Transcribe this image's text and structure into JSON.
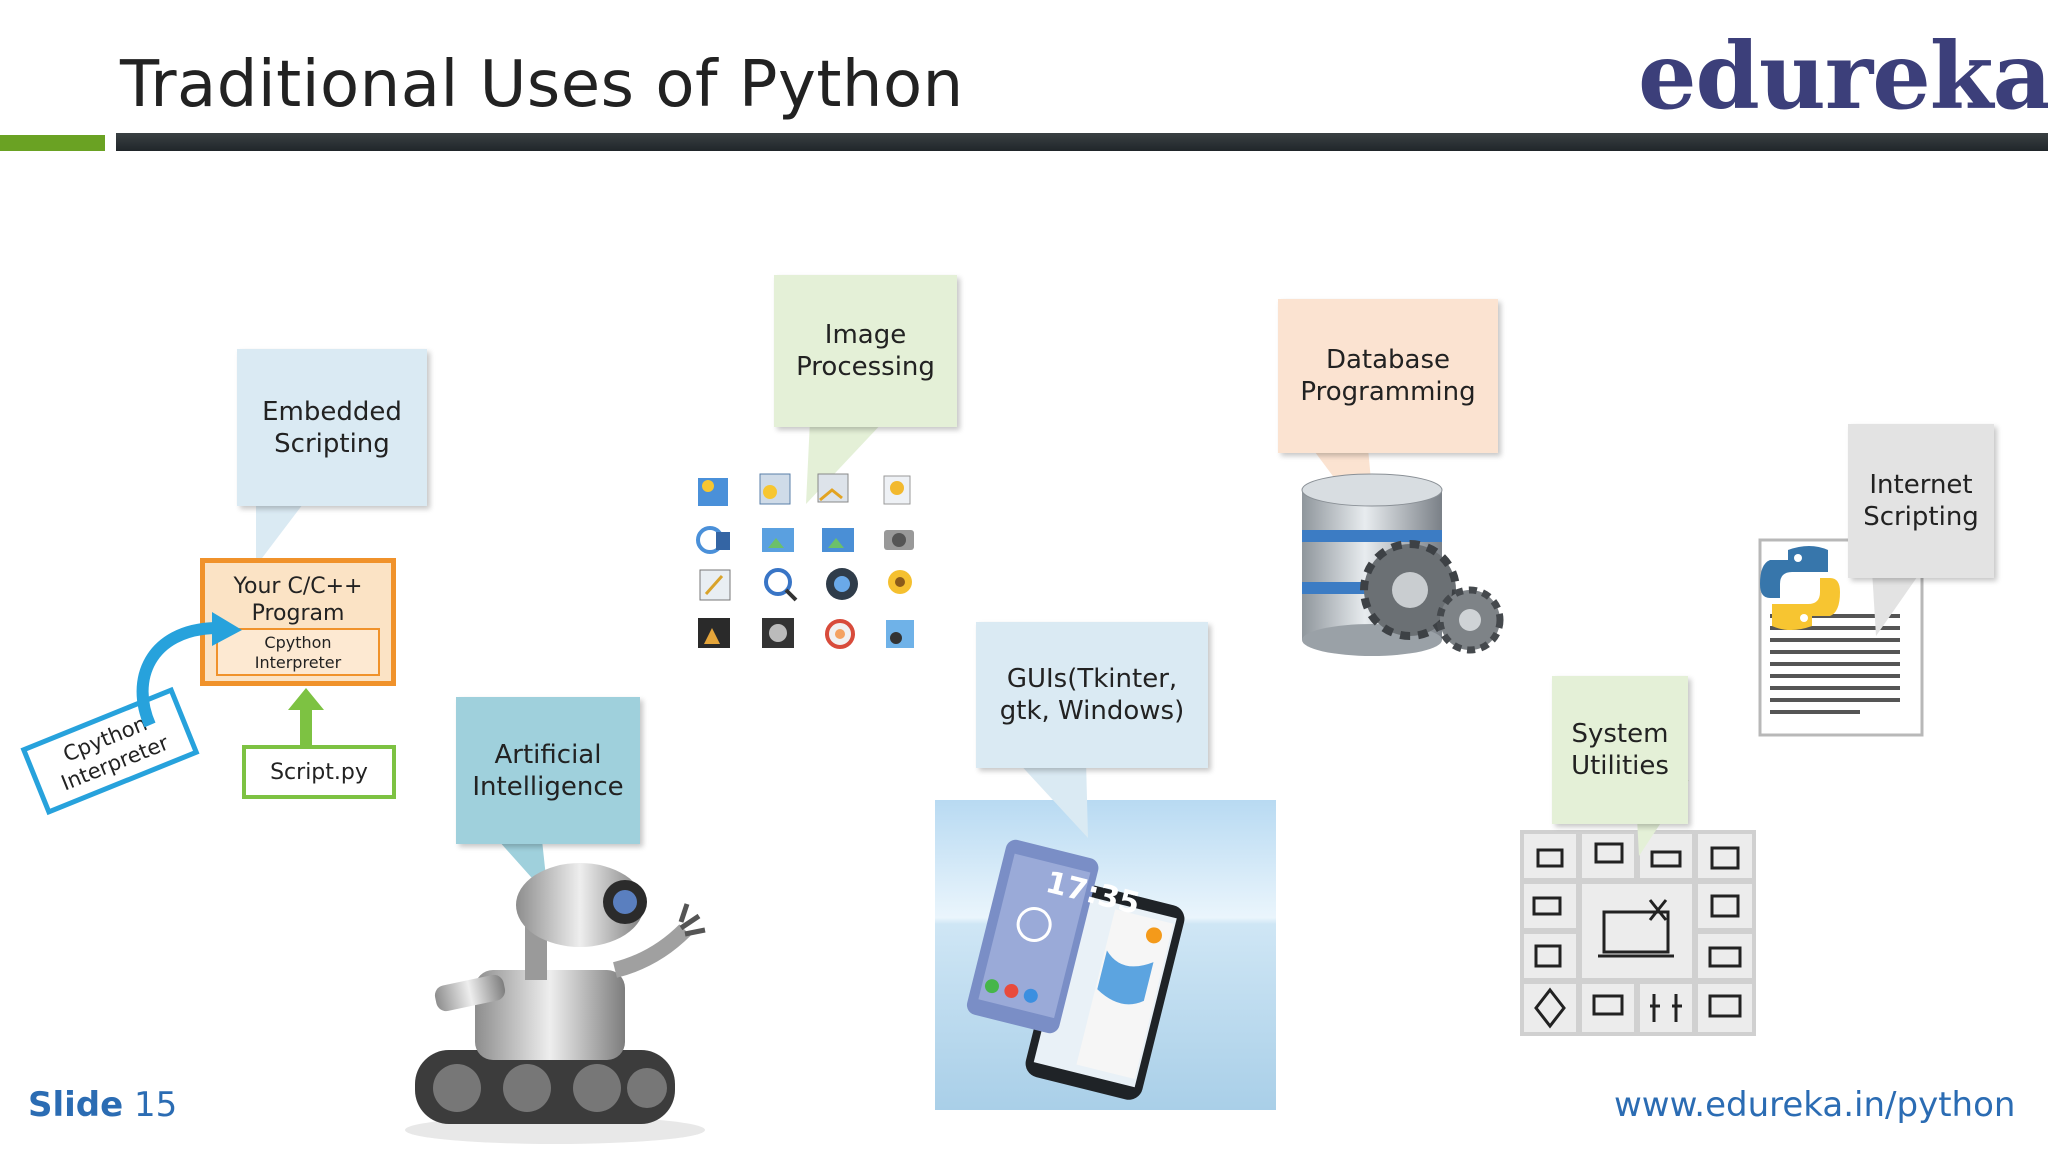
{
  "header": {
    "title": "Traditional Uses of Python",
    "logo_text": "edureka!"
  },
  "callouts": {
    "embedded": "Embedded\nScripting",
    "image": "Image\nProcessing",
    "database": "Database\nProgramming",
    "internet": "Internet\nScripting",
    "ai": "Artificial\nIntelligence",
    "gui": "GUIs(Tkinter,\ngtk, Windows)",
    "system": "System\nUtilities"
  },
  "embedded_diagram": {
    "program_label": "Your C/C++\nProgram",
    "interpreter_label": "Cpython\nInterpreter",
    "script_label": "Script.py",
    "cpython_label": "Cpython\nInterpreter"
  },
  "gui_phone": {
    "clock": "17:35"
  },
  "footer": {
    "slide_word": "Slide",
    "slide_number": "15",
    "url": "www.edureka.in/python"
  },
  "colors": {
    "accent_green": "#6aa223",
    "logo": "#3c3f7a",
    "footer_blue": "#2b6cb3",
    "callout_blue": "#daeaf3",
    "callout_green": "#e4f0d7",
    "callout_peach": "#fbe3d1",
    "callout_gray": "#e3e3e3",
    "callout_ai": "#9fd0dc"
  }
}
